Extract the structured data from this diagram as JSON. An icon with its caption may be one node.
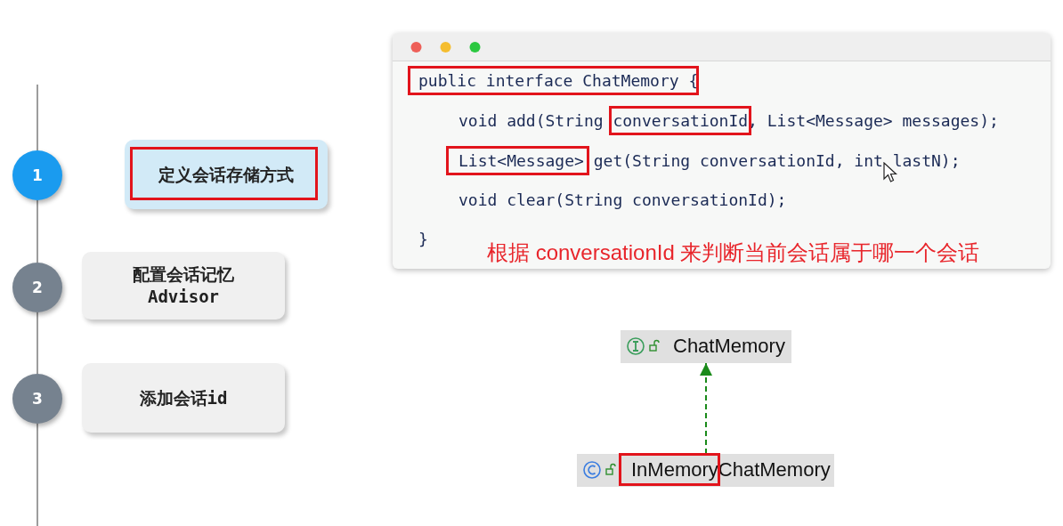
{
  "diagram": {
    "nodes": [
      {
        "text": [
          "1"
        ]
      },
      {
        "text": [
          "定义会话存储方式"
        ]
      },
      {
        "text": [
          "2"
        ]
      },
      {
        "text": [
          "配置会话记忆 Advisor"
        ]
      },
      {
        "text": [
          "3"
        ]
      },
      {
        "text": [
          "添加会话id"
        ]
      },
      {
        "text": [
          "public interface ChatMemory {",
          "void add(String conversationId, List<Message> messages);",
          "List<Message> get(String conversationId, int lastN);",
          "void clear(String conversationId);",
          "}",
          "根据 conversationId 来判断当前会话属于哪一个会话"
        ]
      },
      {
        "text": [
          "ChatMemory"
        ]
      },
      {
        "text": [
          "InMemoryChatMemory"
        ]
      }
    ],
    "edges": [
      {
        "from": 0,
        "to": 2,
        "arrow": "none"
      },
      {
        "from": 2,
        "to": 4,
        "arrow": "none"
      },
      {
        "from": 8,
        "to": 7,
        "arrow": "to",
        "style": "dashed",
        "color": "#1a8a1a"
      }
    ]
  }
}
